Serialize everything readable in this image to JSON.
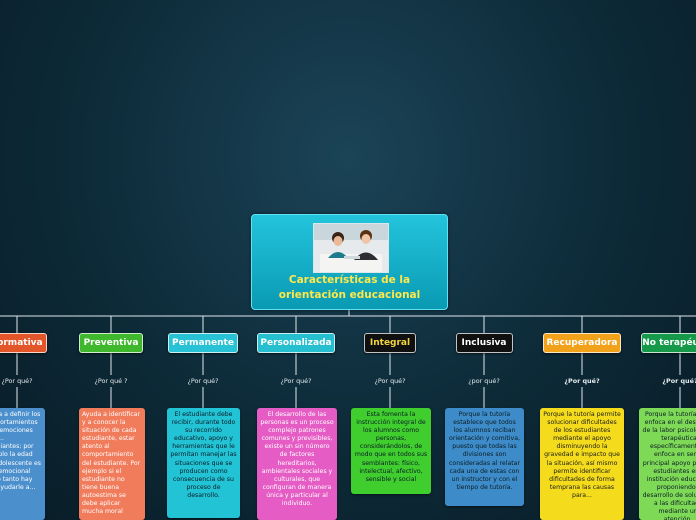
{
  "central": {
    "title": "Características de la orientación educacional",
    "image_desc": "photo-two-people-studying"
  },
  "branches": [
    {
      "label": "Formativa",
      "question": "¿Por qué?",
      "description": "Ayuda a definir los comportamientos y las emociones de la... Estudiantes: por ejemplo la edad del adolescente es muy emocional por lo tanto hay que ayudarle a...",
      "colors": {
        "node": "#e2562a",
        "node_text": "#ffffff",
        "desc": "#4c8fcd",
        "desc_text": "#ffffff"
      }
    },
    {
      "label": "Preventiva",
      "question": "¿Por qué ?",
      "description": "Ayuda a identificar y a conocer la situación de cada estudiante, estar atento al comportamiento del estudiante. Por ejemplo si el estudiante no tiene buena autoestima se debe aplicar mucha moral",
      "colors": {
        "node": "#3fb82e",
        "node_text": "#ffffff",
        "desc": "#f07c5c",
        "desc_text": "#ffffff"
      }
    },
    {
      "label": "Permanente",
      "question": "¿Por qué?",
      "description": "El estudiante debe recibir, durante todo su recorrido educativo, apoyo y herramientas que le permitan manejar las situaciones que se producen como consecuencia de su proceso de desarrollo.",
      "colors": {
        "node": "#27c2d6",
        "node_text": "#ffffff",
        "desc": "#23c3d6",
        "desc_text": "#0b1d24"
      }
    },
    {
      "label": "Personalizada",
      "question": "¿Por qué?",
      "description": "El desarrollo de las personas es un proceso complejo patrones comunes y previsibles, existe un sin número de factores hereditarios, ambientales sociales y culturales, que configuran de manera única y particular al individuo.",
      "colors": {
        "node": "#26bfcf",
        "node_text": "#ffffff",
        "desc": "#e45cc4",
        "desc_text": "#ffffff"
      }
    },
    {
      "label": "Integral",
      "question": "¿Por qué?",
      "description": "Esta fomenta la instrucción integral de los alumnos como personas, considerándolos, de modo que en todos sus semblantes: físico, intelectual, afectivo, sensible y social",
      "colors": {
        "node": "#101010",
        "node_text": "#f2d640",
        "desc": "#3fce2e",
        "desc_text": "#0b1d24"
      }
    },
    {
      "label": "Inclusiva",
      "question": "¿por qué?",
      "description": "Porque la tutoría establece que todos los alumnos reciban orientación y comitiva, puesto que todas las divisiones son consideradas al relatar cada una de estas con un instructor y con el tiempo de tutoría.",
      "colors": {
        "node": "#101010",
        "node_text": "#ffffff",
        "desc": "#3d8bc8",
        "desc_text": "#0b1d24"
      }
    },
    {
      "label": "Recuperadora",
      "question": "¿Por qué?",
      "description": "Porque la tutoría permite solucionar dificultades de los estudiantes mediante el apoyo disminuyendo la gravedad e impacto que la situación, así mismo permite identificar dificultades de forma temprana las causas para...",
      "colors": {
        "node": "#f2a11a",
        "node_text": "#ffffff",
        "desc": "#f4dc1c",
        "desc_text": "#1b1b1b"
      }
    },
    {
      "label": "No terapéutica",
      "question": "¿Por qué?",
      "description": "Porque la tutoría no se enfoca en el desarrollo de la labor psicológica y terapéutica, específicamente se enfoca en ser un principal apoyo para los estudiantes en la institución educativa, proponiendo el desarrollo de soluciones a las dificultades mediante una atención...",
      "colors": {
        "node": "#169a4a",
        "node_text": "#ffffff",
        "desc": "#7ed957",
        "desc_text": "#0b1d24"
      }
    }
  ]
}
